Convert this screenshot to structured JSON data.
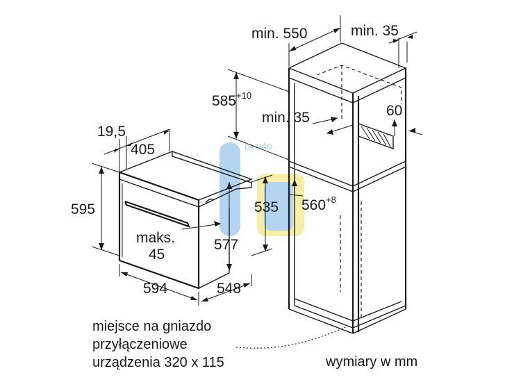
{
  "labels": {
    "oven_depth_offset": "19,5",
    "oven_depth": "405",
    "oven_height": "595",
    "oven_inner_height": "535",
    "oven_front_height": "577",
    "oven_width": "594",
    "oven_depth_total": "548",
    "max_label": "maks.",
    "max_value": "45",
    "niche_width": "min. 550",
    "niche_depth_gap": "min. 35",
    "niche_height_base": "585",
    "niche_height_sup": "+10",
    "vent_depth": "min. 35",
    "vent_height": "60",
    "niche_inner_base": "560",
    "niche_inner_sup": "+8"
  },
  "notes": {
    "socket_line1": "miejsce na gniazdo",
    "socket_line2": "przyłączeniowe",
    "socket_line3": "urządzenia 320 x 115",
    "units": "wymiary w mm"
  },
  "watermark": {
    "text": "LA HÀO",
    "color_blue": "#3b9be8",
    "color_yellow": "#f5e23a"
  }
}
